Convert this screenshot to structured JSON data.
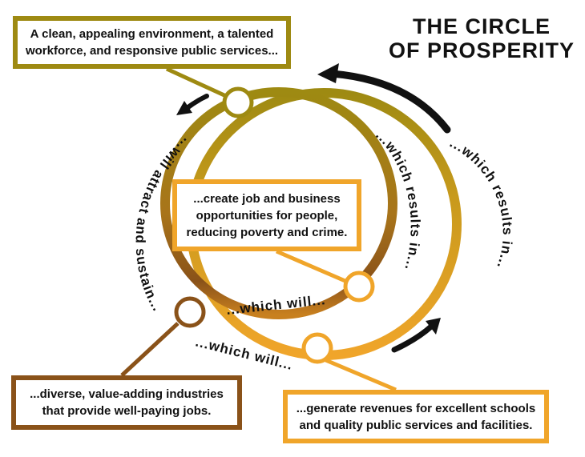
{
  "title": {
    "line1": "THE CIRCLE",
    "line2": "OF PROSPERITY"
  },
  "boxes": {
    "environment": {
      "line1": "A clean, appealing environment, a talented",
      "line2": "workforce, and responsive public services..."
    },
    "jobs": {
      "line1": "...create job and business",
      "line2": "opportunities for people,",
      "line3": "reducing poverty and crime."
    },
    "industries": {
      "line1": "...diverse, value-adding industries",
      "line2": "that provide well-paying jobs."
    },
    "revenues": {
      "line1": "...generate revenues for excellent schools",
      "line2": "and quality public services and facilities."
    }
  },
  "connectors": {
    "attract": "...will attract and sustain...",
    "results_inner": "...which results in...",
    "results_outer": "...which results in...",
    "which_will_inner": "...which will...",
    "which_will_outer": "...which will..."
  },
  "colors": {
    "olive": "#9e8a12",
    "gold": "#f0a52a",
    "brown": "#8a5219",
    "arrow": "#111111",
    "text": "#111111"
  },
  "icons": {
    "arrows": "curved-arrow-icon",
    "nodes": "circle-node-icon"
  }
}
